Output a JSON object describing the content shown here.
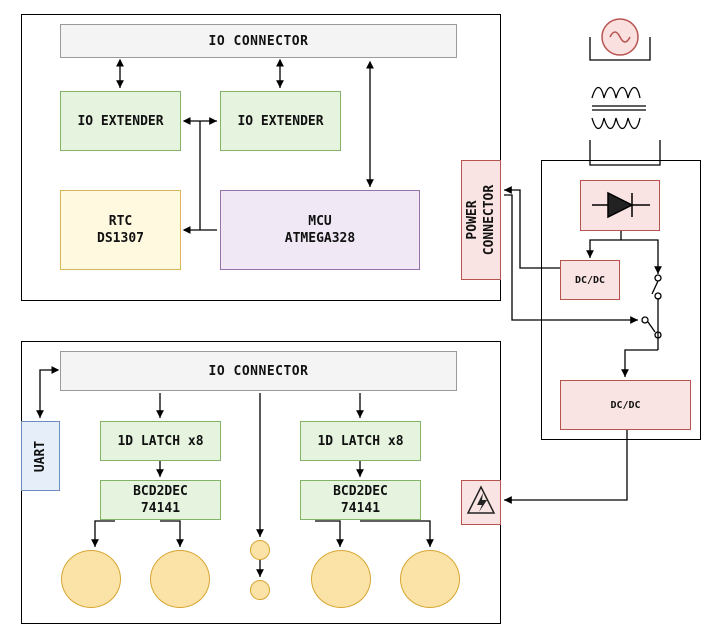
{
  "top_board": {
    "io_connector": "IO CONNECTOR",
    "io_extender_left": "IO EXTENDER",
    "io_extender_right": "IO EXTENDER",
    "rtc": "RTC\nDS1307",
    "mcu": "MCU\nATMEGA328"
  },
  "power_connector": "POWER\nCONNECTOR",
  "power_supply": {
    "dcdc_small": "DC/DC",
    "dcdc_large": "DC/DC"
  },
  "bottom_board": {
    "io_connector": "IO CONNECTOR",
    "uart": "UART",
    "latch_left": "1D LATCH x8",
    "latch_right": "1D LATCH x8",
    "decoder_left": "BCD2DEC\n74141",
    "decoder_right": "BCD2DEC\n74141"
  },
  "colors": {
    "green": "#82b366",
    "yellow": "#d6b656",
    "purple": "#9673a6",
    "red": "#b85450",
    "blue": "#6c8ebf",
    "tube": "#f0c040"
  },
  "icons": [
    "ac-source-icon",
    "transformer-icon",
    "diode-icon",
    "switch-icon",
    "high-voltage-warning-icon",
    "nixie-tube-icon"
  ]
}
